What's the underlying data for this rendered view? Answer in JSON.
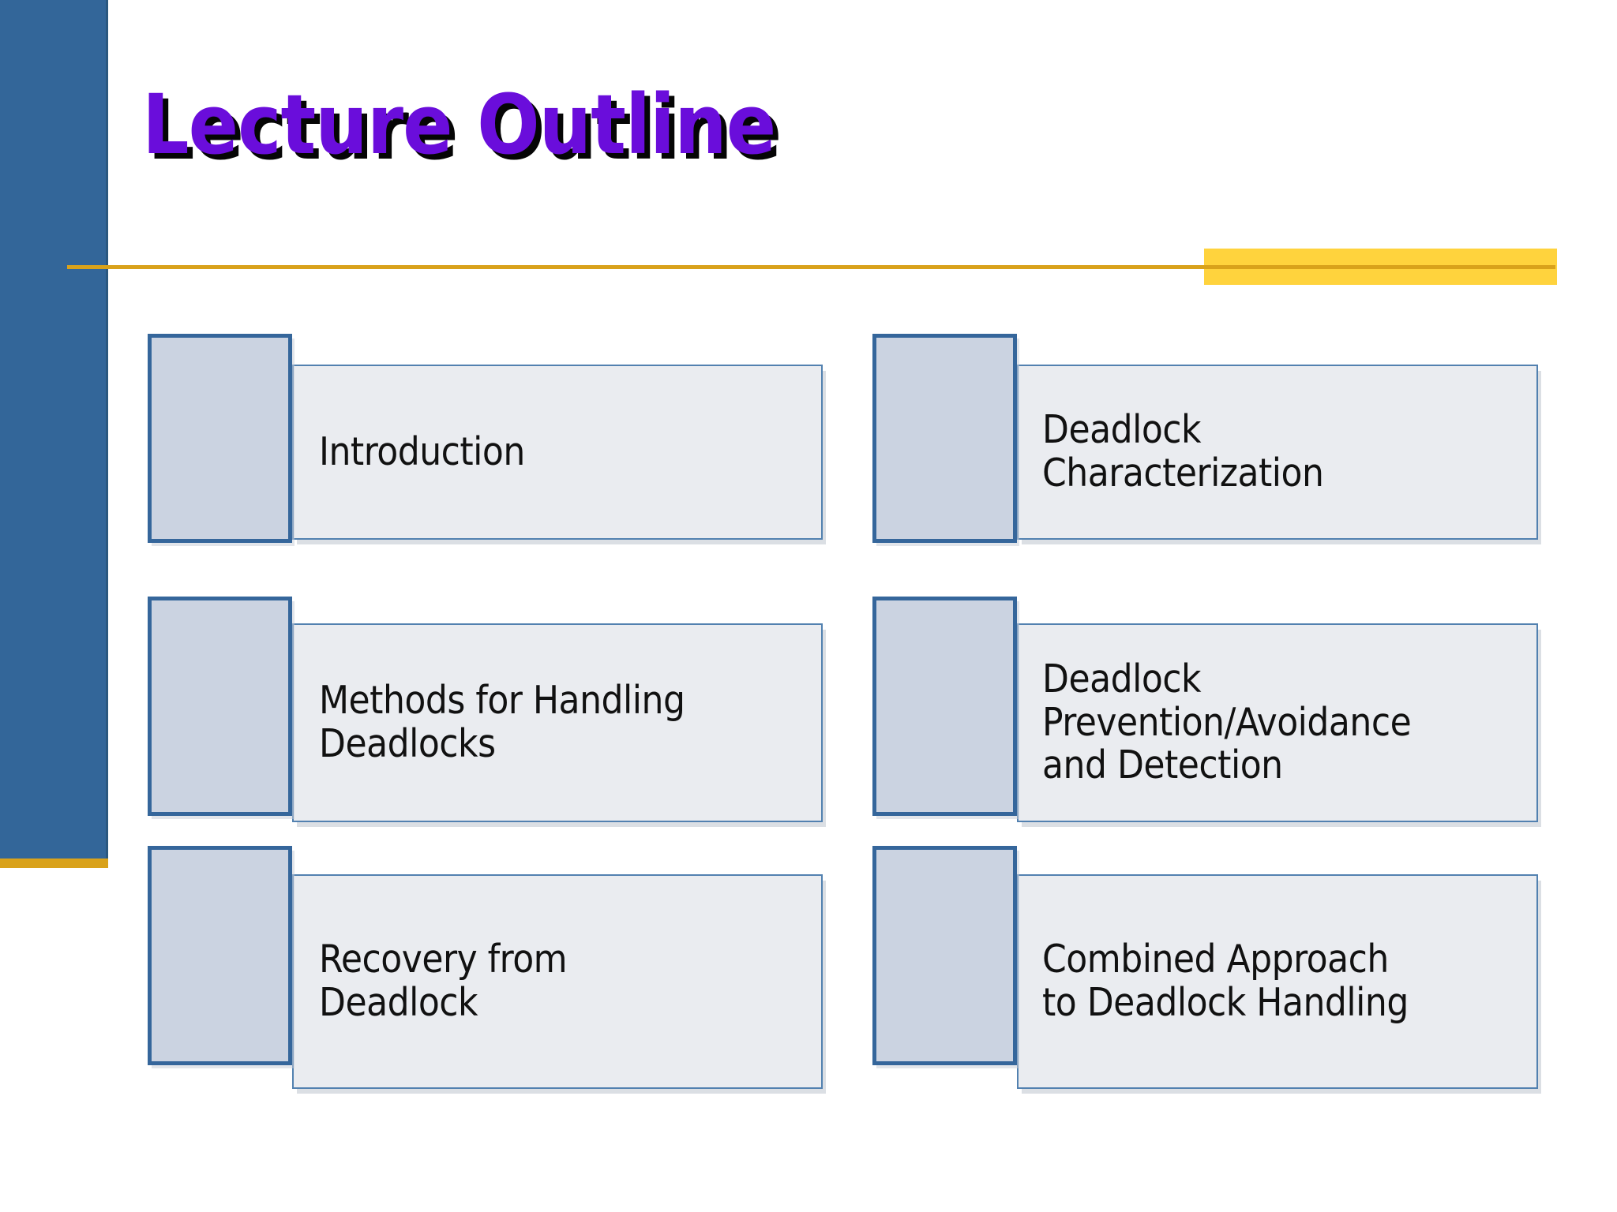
{
  "slide": {
    "title": "Lecture Outline",
    "title_color": "#6a0ddb",
    "title_shadow_color": "#050505",
    "accent_gold": "#d9a21b",
    "highlight_yellow": "#ffd33d",
    "sidebar_blue": "#336699",
    "tab_fill": "#cbd3e1",
    "tab_border": "#35669b",
    "panel_fill": "#eaecf0",
    "panel_border": "#5281b0",
    "background": "#ffffff"
  },
  "outline": {
    "items": [
      {
        "index": 1,
        "label": "Introduction",
        "column": "left",
        "row": 1
      },
      {
        "index": 2,
        "label": "Deadlock\nCharacterization",
        "column": "right",
        "row": 1
      },
      {
        "index": 3,
        "label": "Methods for Handling\nDeadlocks",
        "column": "left",
        "row": 2
      },
      {
        "index": 4,
        "label": "Deadlock\nPrevention/Avoidance\nand Detection",
        "column": "right",
        "row": 2
      },
      {
        "index": 5,
        "label": "Recovery from\nDeadlock",
        "column": "left",
        "row": 3
      },
      {
        "index": 6,
        "label": "Combined Approach\nto Deadlock Handling",
        "column": "right",
        "row": 3
      }
    ]
  }
}
